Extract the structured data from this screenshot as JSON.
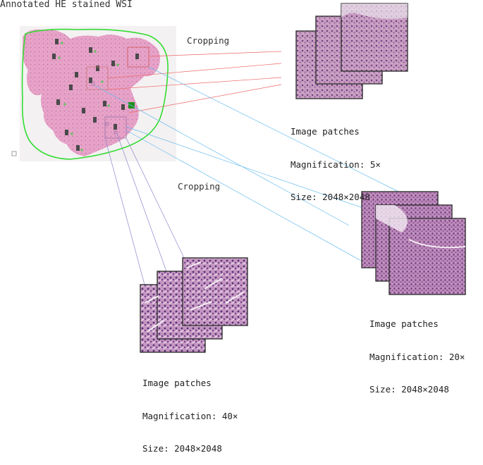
{
  "title": "Annotated HE stained WSI",
  "cropping_labels": [
    "Cropping",
    "Cropping"
  ],
  "groups": [
    {
      "name": "Image patches",
      "magnification": "Magnification: 5×",
      "size": "Size: 2048×2048"
    },
    {
      "name": "Image patches",
      "magnification": "Magnification: 20×",
      "size": "Size: 2048×2048"
    },
    {
      "name": "Image patches",
      "magnification": "Magnification: 40×",
      "size": "Size: 2048×2048"
    }
  ],
  "colors": {
    "annotation_outline": "#33dd33",
    "tissue": "#e9a3c9",
    "line_5x": "#ee6666",
    "line_20x": "#66bbee",
    "line_40x": "#8888cc"
  }
}
